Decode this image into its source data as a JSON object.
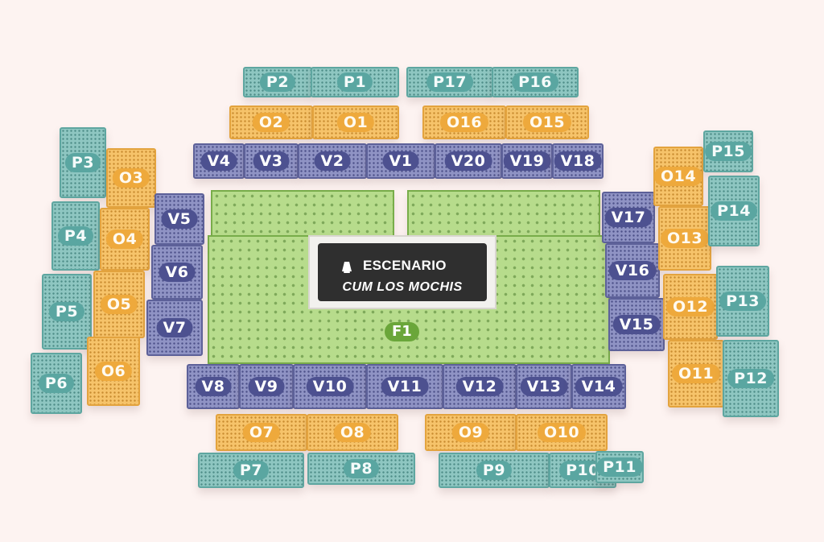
{
  "stage": {
    "title": "ESCENARIO",
    "subtitle": "CUM LOS MOCHIS",
    "icon": "stage-light-icon"
  },
  "floor": {
    "label": "F1"
  },
  "sections": {
    "P1": "P1",
    "P2": "P2",
    "P3": "P3",
    "P4": "P4",
    "P5": "P5",
    "P6": "P6",
    "P7": "P7",
    "P8": "P8",
    "P9": "P9",
    "P10": "P10",
    "P11": "P11",
    "P12": "P12",
    "P13": "P13",
    "P14": "P14",
    "P15": "P15",
    "P16": "P16",
    "P17": "P17",
    "O1": "O1",
    "O2": "O2",
    "O3": "O3",
    "O4": "O4",
    "O5": "O5",
    "O6": "O6",
    "O7": "O7",
    "O8": "O8",
    "O9": "O9",
    "O10": "O10",
    "O11": "O11",
    "O12": "O12",
    "O13": "O13",
    "O14": "O14",
    "O15": "O15",
    "O16": "O16",
    "V1": "V1",
    "V2": "V2",
    "V3": "V3",
    "V4": "V4",
    "V5": "V5",
    "V6": "V6",
    "V7": "V7",
    "V8": "V8",
    "V9": "V9",
    "V10": "V10",
    "V11": "V11",
    "V12": "V12",
    "V13": "V13",
    "V14": "V14",
    "V15": "V15",
    "V16": "V16",
    "V17": "V17",
    "V18": "V18",
    "V19": "V19",
    "V20": "V20"
  },
  "colors": {
    "P": "#8ec6c1",
    "O": "#f6c36a",
    "V": "#8f93c4",
    "F": "#b7dc8c",
    "stage": "#2f2f2f",
    "background": "#fdf3f1"
  }
}
